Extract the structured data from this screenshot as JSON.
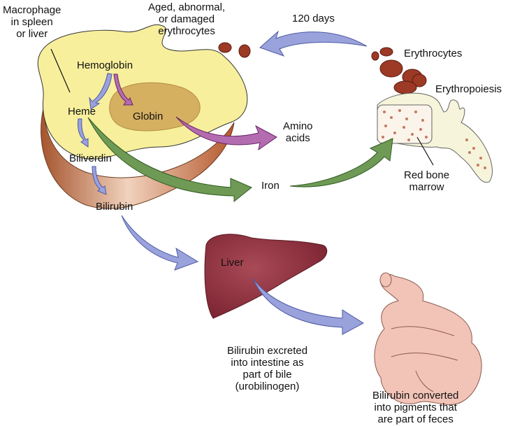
{
  "labels": {
    "macrophage": "Macrophage\nin spleen\nor liver",
    "aged": "Aged, abnormal,\nor damaged\nerythrocytes",
    "days": "120 days",
    "erythrocytes": "Erythrocytes",
    "erythropoiesis": "Erythropoiesis",
    "hemoglobin": "Hemoglobin",
    "heme": "Heme",
    "globin": "Globin",
    "amino": "Amino\nacids",
    "biliverdin": "Biliverdin",
    "iron": "Iron",
    "bilirubin": "Bilirubin",
    "marrow": "Red bone\nmarrow",
    "liver": "Liver",
    "excreted": "Bilirubin excreted\ninto intestine as\npart of bile\n(urobilinogen)",
    "converted": "Bilirubin converted\ninto pigments that\nare part of feces"
  },
  "colors": {
    "macrophage": "#f7ef9c",
    "globin_body": "#d6b061",
    "blue_arrow": "#9aa2dc",
    "purple_arrow": "#b46cb0",
    "green_arrow": "#6f9a55",
    "rbc": "#9c3a26",
    "liver": "#8c2f3c",
    "intestine": "#f2c4b8",
    "bone": "#f6f4da",
    "band": "#b9643a"
  }
}
